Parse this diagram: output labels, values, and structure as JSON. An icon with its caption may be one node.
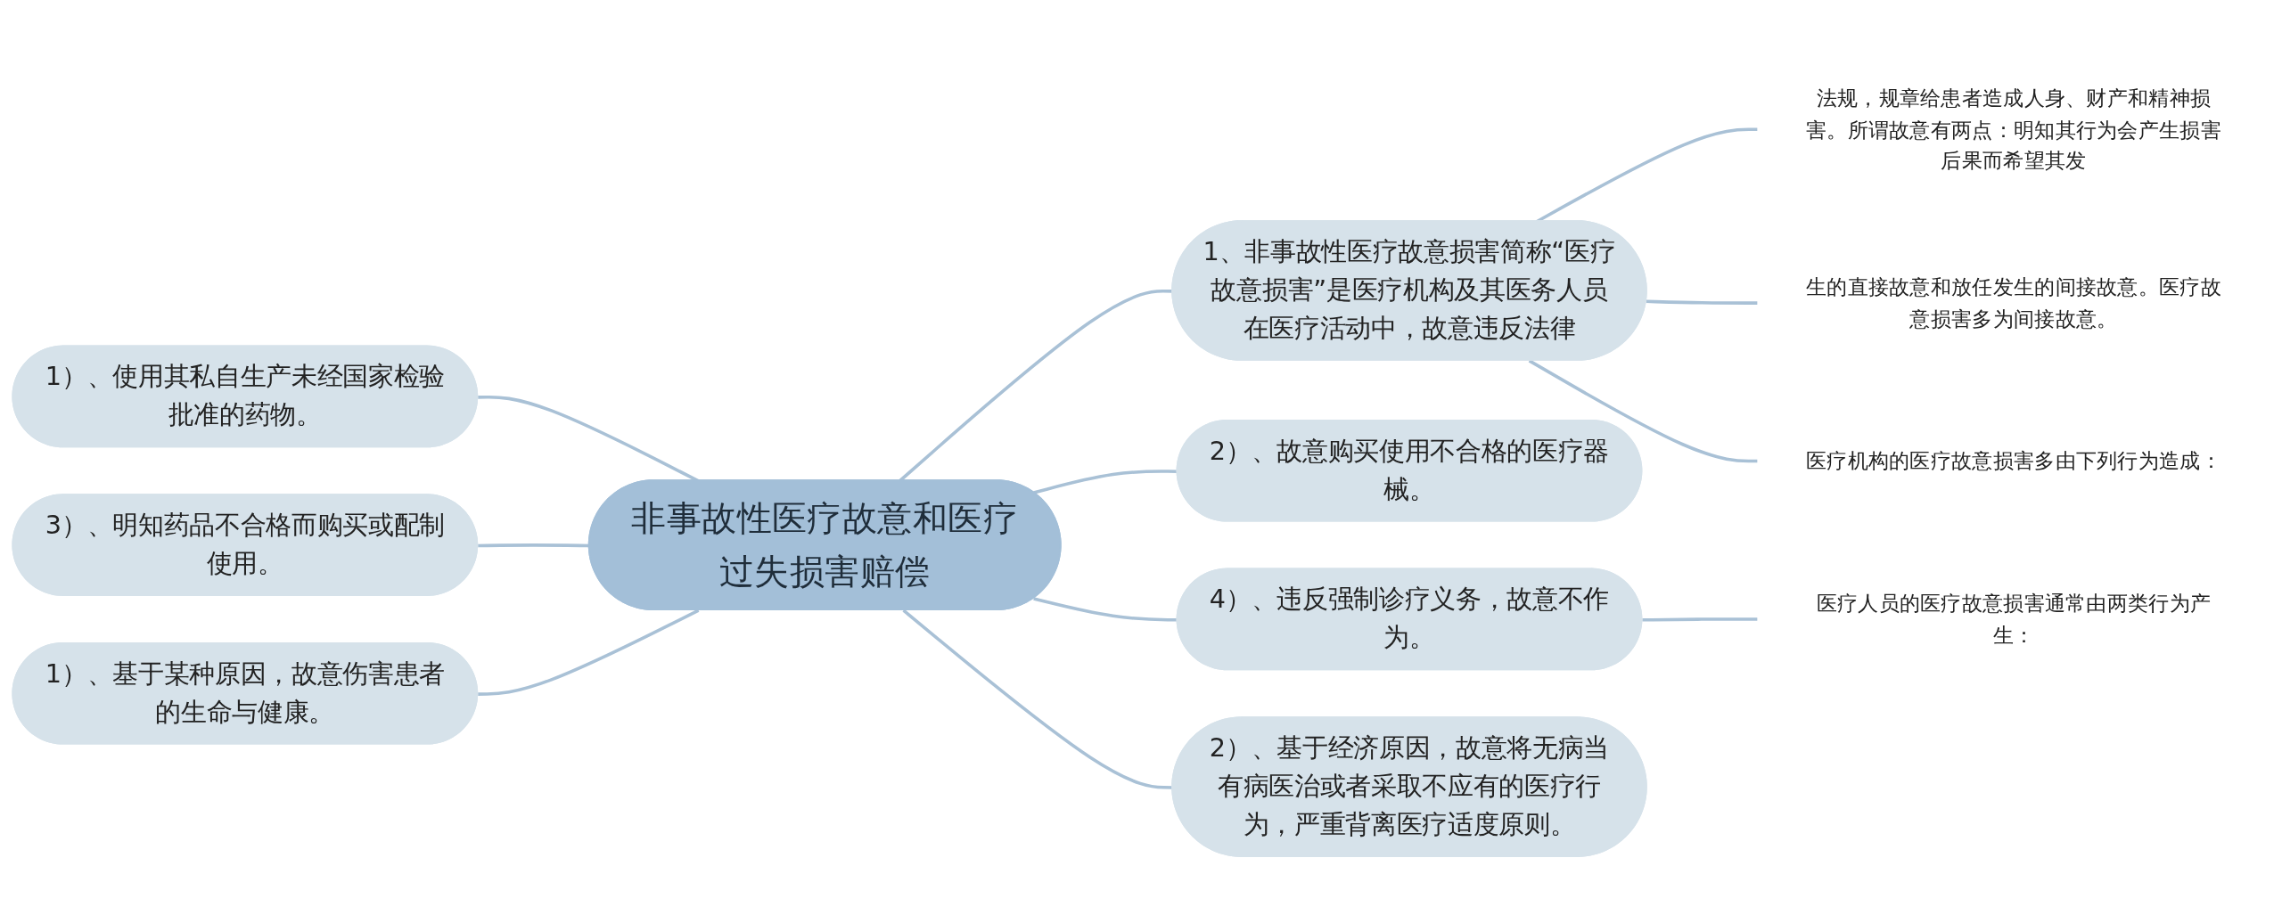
{
  "diagram": {
    "nodes": [
      {
        "text": [
          "非事故性医疗故意和医疗过失损害赔偿"
        ]
      },
      {
        "text": [
          "1、非事故性医疗故意损害简称“医疗故意损害”是医疗机构及其医务人员在医疗活动中，故意违反法律"
        ]
      },
      {
        "text": [
          "法规，规章给患者造成人身、财产和精神损害。所谓故意有两点：明知其行为会产生损害后果而希望其发"
        ]
      },
      {
        "text": [
          "生的直接故意和放任发生的间接故意。医疗故意损害多为间接故意。"
        ]
      },
      {
        "text": [
          "医疗机构的医疗故意损害多由下列行为造成："
        ]
      },
      {
        "text": [
          "2）、故意购买使用不合格的医疗器械。"
        ]
      },
      {
        "text": [
          "4）、违反强制诊疗义务，故意不作为。"
        ]
      },
      {
        "text": [
          "医疗人员的医疗故意损害通常由两类行为产生："
        ]
      },
      {
        "text": [
          "2）、基于经济原因，故意将无病当有病医治或者采取不应有的医疗行为，严重背离医疗适度原则。"
        ]
      },
      {
        "text": [
          "1）、使用其私自生产未经国家检验批准的药物。"
        ]
      },
      {
        "text": [
          "3）、明知药品不合格而购买或配制使用。"
        ]
      },
      {
        "text": [
          "1）、基于某种原因，故意伤害患者的生命与健康。"
        ]
      }
    ],
    "edges": [
      {
        "from": 0,
        "to": 1,
        "arrow": "none"
      },
      {
        "from": 1,
        "to": 2,
        "arrow": "none"
      },
      {
        "from": 1,
        "to": 3,
        "arrow": "none"
      },
      {
        "from": 1,
        "to": 4,
        "arrow": "none"
      },
      {
        "from": 0,
        "to": 5,
        "arrow": "none"
      },
      {
        "from": 0,
        "to": 6,
        "arrow": "none"
      },
      {
        "from": 6,
        "to": 7,
        "arrow": "none"
      },
      {
        "from": 0,
        "to": 8,
        "arrow": "none"
      },
      {
        "from": 0,
        "to": 9,
        "arrow": "none"
      },
      {
        "from": 0,
        "to": 10,
        "arrow": "none"
      },
      {
        "from": 0,
        "to": 11,
        "arrow": "none"
      }
    ]
  }
}
